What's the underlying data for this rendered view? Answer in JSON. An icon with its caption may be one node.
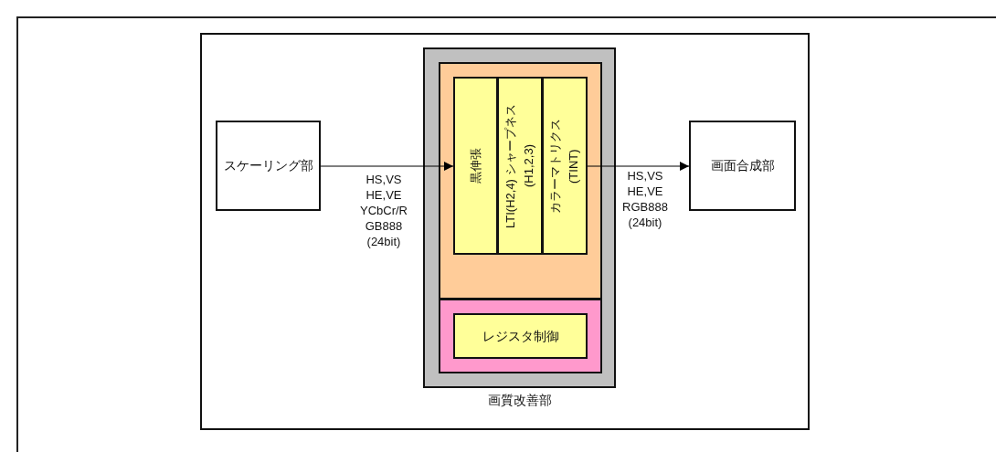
{
  "diagram": {
    "nodes": [
      {
        "text": [
          "スケーリング部"
        ]
      },
      {
        "text": [
          "画質改善部"
        ]
      },
      {
        "text": [],
        "shape": "box",
        "in": 1
      },
      {
        "text": [
          "黒伸張"
        ],
        "in": 2
      },
      {
        "text": [
          "LTI(H2,4) シャープネス(H1,2,3)"
        ],
        "in": 2
      },
      {
        "text": [
          "カラーマトリクス (TINT)"
        ],
        "in": 2
      },
      {
        "text": [],
        "shape": "box",
        "in": 1
      },
      {
        "text": [
          "レジスタ制御"
        ],
        "in": 6
      },
      {
        "text": [
          "画面合成部"
        ]
      }
    ],
    "edges": [
      {
        "from": 0,
        "to": 3,
        "arrow": "to",
        "label": "HS,VS HE,VE YCbCr/R GB888 (24bit)"
      },
      {
        "from": 5,
        "to": 8,
        "arrow": "to",
        "label": "HS,VS HE,VE RGB888 (24bit)"
      }
    ]
  }
}
